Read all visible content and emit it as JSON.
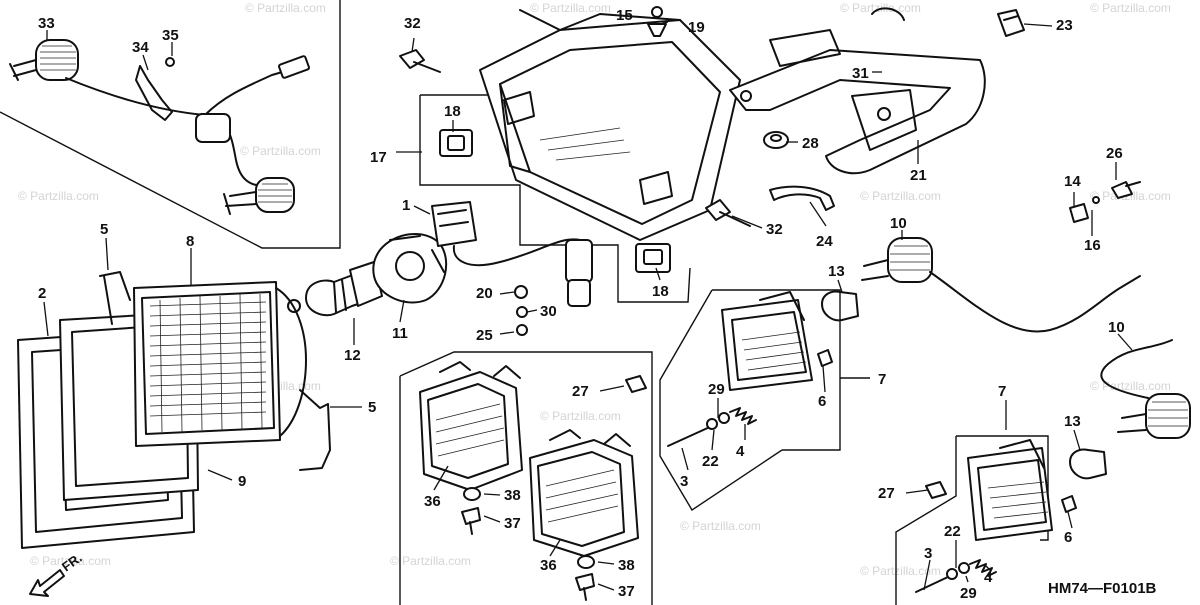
{
  "diagram": {
    "code": "HM74—F0101B",
    "direction_label": "FR.",
    "watermark": "© Partzilla.com",
    "callouts": [
      {
        "id": "c33",
        "label": "33"
      },
      {
        "id": "c34",
        "label": "34"
      },
      {
        "id": "c35",
        "label": "35"
      },
      {
        "id": "c32a",
        "label": "32"
      },
      {
        "id": "c15",
        "label": "15"
      },
      {
        "id": "c19",
        "label": "19"
      },
      {
        "id": "c23",
        "label": "23"
      },
      {
        "id": "c31",
        "label": "31"
      },
      {
        "id": "c18a",
        "label": "18"
      },
      {
        "id": "c17",
        "label": "17"
      },
      {
        "id": "c28",
        "label": "28"
      },
      {
        "id": "c21",
        "label": "21"
      },
      {
        "id": "c14",
        "label": "14"
      },
      {
        "id": "c26",
        "label": "26"
      },
      {
        "id": "c16",
        "label": "16"
      },
      {
        "id": "c1",
        "label": "1"
      },
      {
        "id": "c32b",
        "label": "32"
      },
      {
        "id": "c24",
        "label": "24"
      },
      {
        "id": "c10a",
        "label": "10"
      },
      {
        "id": "c5a",
        "label": "5"
      },
      {
        "id": "c8",
        "label": "8"
      },
      {
        "id": "c2",
        "label": "2"
      },
      {
        "id": "c20",
        "label": "20"
      },
      {
        "id": "c30",
        "label": "30"
      },
      {
        "id": "c25",
        "label": "25"
      },
      {
        "id": "c12",
        "label": "12"
      },
      {
        "id": "c11",
        "label": "11"
      },
      {
        "id": "c18b",
        "label": "18"
      },
      {
        "id": "c13a",
        "label": "13"
      },
      {
        "id": "c5b",
        "label": "5"
      },
      {
        "id": "c27a",
        "label": "27"
      },
      {
        "id": "c6a",
        "label": "6"
      },
      {
        "id": "c7a",
        "label": "7"
      },
      {
        "id": "c29a",
        "label": "29"
      },
      {
        "id": "c4a",
        "label": "4"
      },
      {
        "id": "c22a",
        "label": "22"
      },
      {
        "id": "c3a",
        "label": "3"
      },
      {
        "id": "c9",
        "label": "9"
      },
      {
        "id": "c36a",
        "label": "36"
      },
      {
        "id": "c38a",
        "label": "38"
      },
      {
        "id": "c37a",
        "label": "37"
      },
      {
        "id": "c36b",
        "label": "36"
      },
      {
        "id": "c38b",
        "label": "38"
      },
      {
        "id": "c37b",
        "label": "37"
      },
      {
        "id": "c10b",
        "label": "10"
      },
      {
        "id": "c7b",
        "label": "7"
      },
      {
        "id": "c13b",
        "label": "13"
      },
      {
        "id": "c27b",
        "label": "27"
      },
      {
        "id": "c6b",
        "label": "6"
      },
      {
        "id": "c22b",
        "label": "22"
      },
      {
        "id": "c3b",
        "label": "3"
      },
      {
        "id": "c4b",
        "label": "4"
      },
      {
        "id": "c29b",
        "label": "29"
      }
    ]
  }
}
